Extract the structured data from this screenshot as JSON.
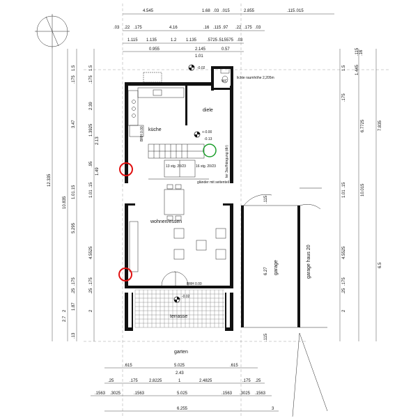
{
  "rooms": {
    "kueche": "küche",
    "diele": "diele",
    "wc": "WC",
    "wohnen": "wohnen/essen",
    "terrasse": "terrasse",
    "garten": "garten",
    "garage": "garage",
    "garage_haus": "garage haus 20"
  },
  "notes": {
    "lichte_hoehe": "lichte raumhöhe 2,205m",
    "stair1": "13 stg. 20/23",
    "stair2": "16 stg. 20/23",
    "glaenter": "gländer mit seitenteil",
    "level_main": "+-0.00",
    "level_diele": "-0.13",
    "level_top": "-0.02",
    "level_terr": "-0.02",
    "brh_terr": "BRH 0.00",
    "brh_window": "BRH 0.00",
    "slab_lift": "ter 3aufhängung (dir)"
  },
  "dims_top": {
    "r1": [
      "4.545",
      "1.68",
      ".03",
      ".015",
      "2.855",
      ".115",
      ".015"
    ],
    "r2": [
      ".03",
      ".22",
      ".175",
      "4.16",
      ".16",
      ".115",
      ".97",
      ".22",
      ".175",
      ".03"
    ],
    "r3": [
      "1.115",
      "1.135",
      "1.2",
      "1.135",
      ".5725",
      ".51",
      ".5575",
      ".03"
    ],
    "r4": [
      "0.955",
      "2.145",
      "0.57"
    ],
    "r5": [
      "1.01"
    ]
  },
  "dims_left": {
    "outer": [
      "12.335"
    ],
    "mid": [
      "10.835",
      "2",
      "2.7"
    ],
    "inner": [
      "1.5",
      ".175",
      "3.47",
      ".15",
      "1.01",
      "5.295",
      ".175",
      ".25",
      "1.87",
      ".13"
    ],
    "inner2": [
      "1.5",
      ".175",
      "2.39",
      "1.3925",
      "2.13",
      ".95",
      "1.49",
      ".15",
      "1.01",
      "4.5525",
      ".175",
      ".25",
      "2"
    ]
  },
  "dims_right": {
    "outer": [
      "7.835",
      "6.5"
    ],
    "mid": [
      "6.7725",
      "10.015",
      "4.5525"
    ],
    "inner": [
      "1.5",
      "1.445",
      ".115",
      ".16",
      ".175",
      "1.01",
      ".15",
      ".175",
      ".25",
      "2"
    ],
    "garage": [
      "6.27",
      ".115",
      ".115"
    ]
  },
  "dims_bottom": {
    "r1": [
      ".615",
      "5.025",
      ".615"
    ],
    "r2": [
      "2.43"
    ],
    "r3": [
      ".25",
      ".175",
      "2.8225",
      "1",
      "2.4825",
      ".175",
      ".25"
    ],
    "r4": [
      ".1563",
      ".3025",
      ".1563",
      "5.025",
      ".1563",
      ".3025",
      ".1563"
    ],
    "r5": [
      "6.255",
      "3"
    ]
  }
}
